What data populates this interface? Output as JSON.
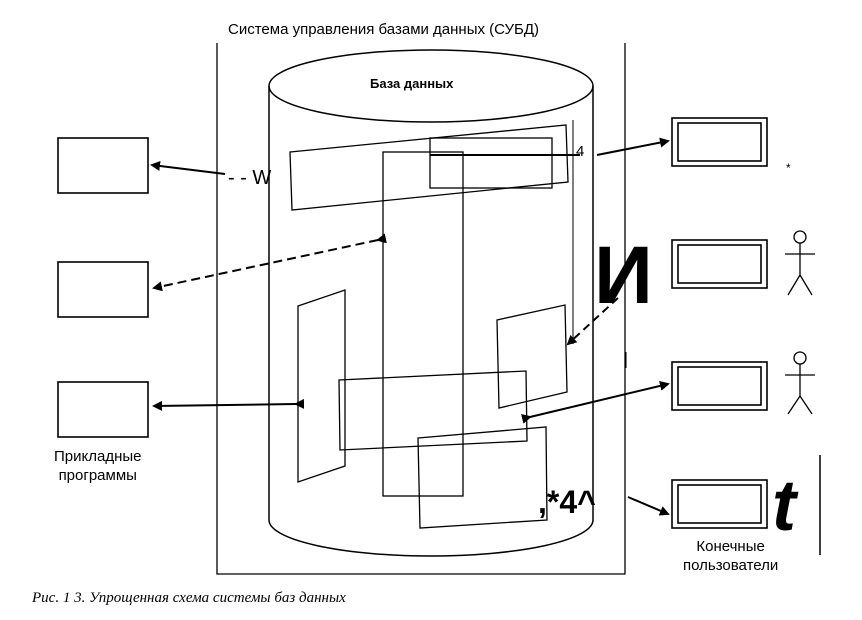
{
  "diagram": {
    "title": "Система управления базами данных (СУБД)",
    "database_label": "База данных",
    "applications_label_line1": "Прикладные",
    "applications_label_line2": "программы",
    "end_users_label_line1": "Конечные",
    "end_users_label_line2": "пользователи",
    "caption": "Рис. 1 3. Упрощенная схема системы баз данных",
    "scan_artifacts": {
      "w_mark": "- - W",
      "num_4_top": "4",
      "star_small": "*",
      "big_letter": "И",
      "mark_bottom": ",*4^",
      "big_t": "t"
    }
  }
}
